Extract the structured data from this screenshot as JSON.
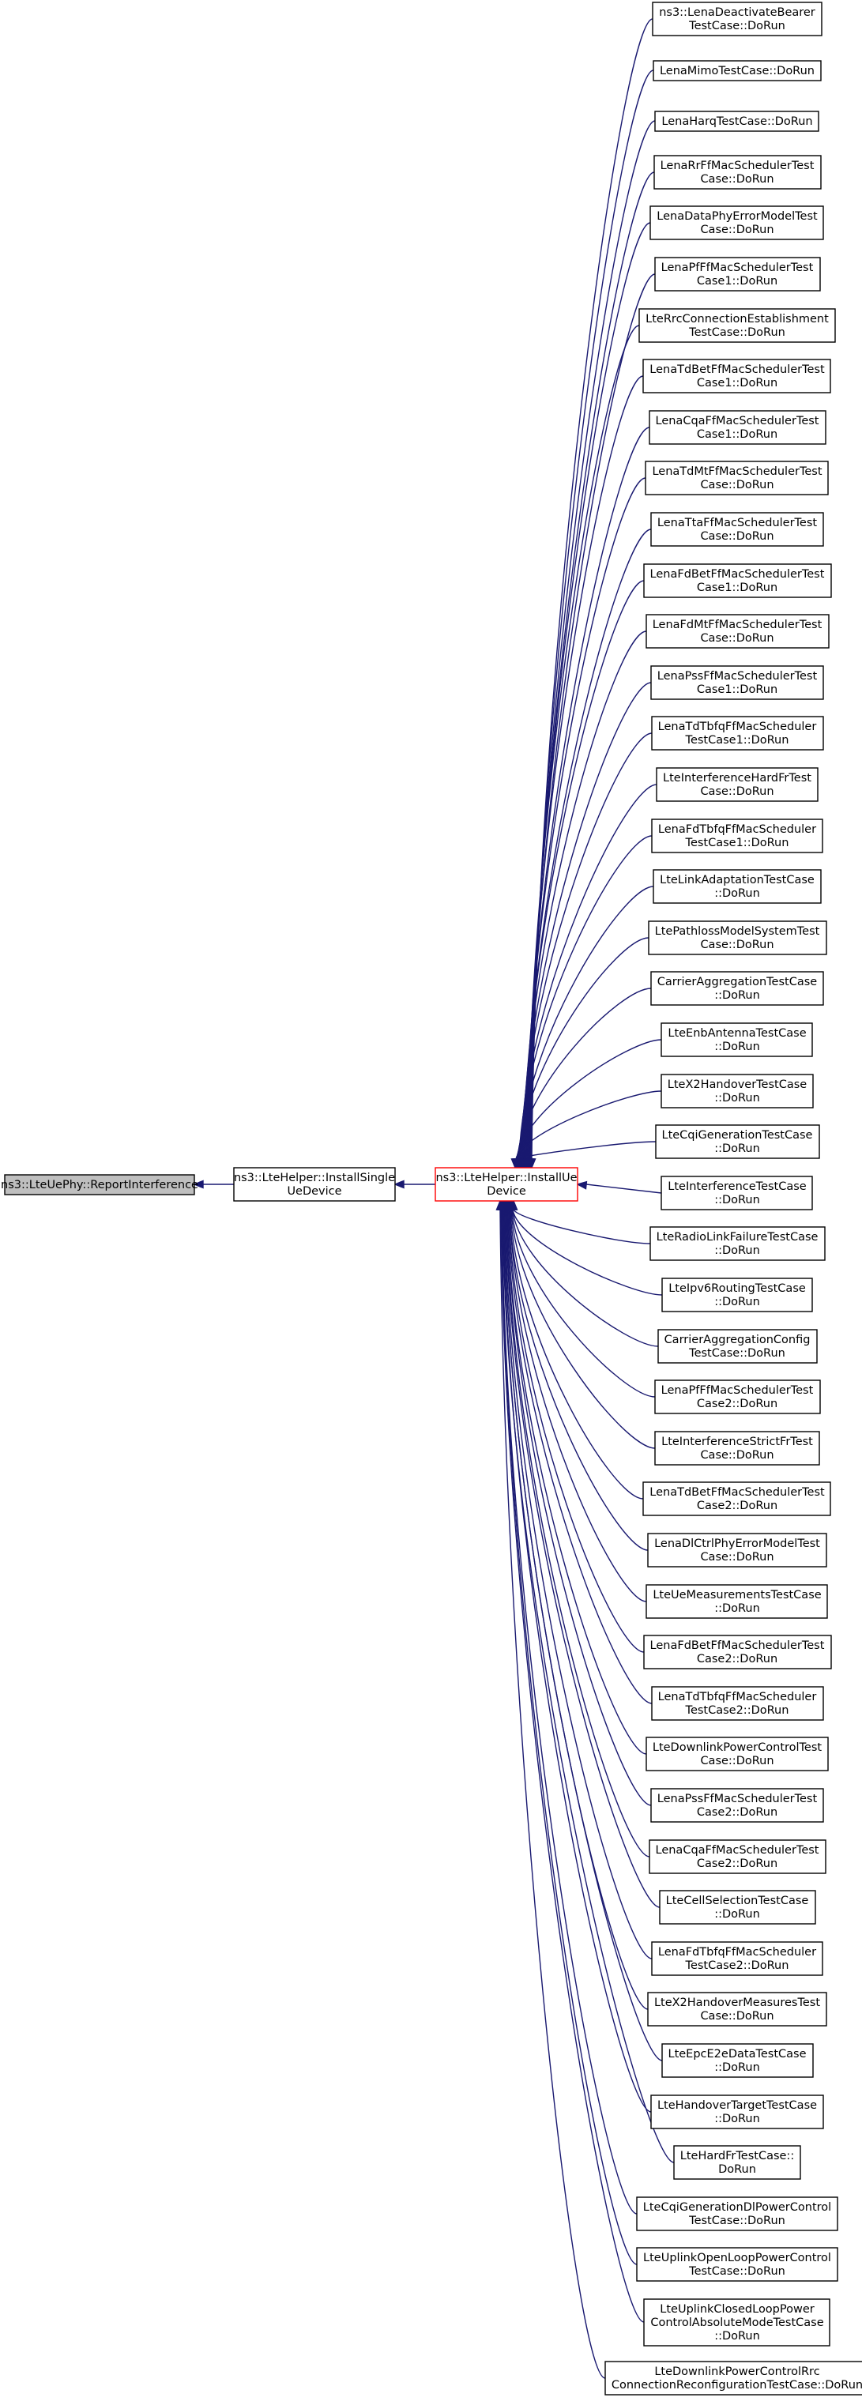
{
  "colors": {
    "edge": "#191970",
    "focus_border": "#ff0000",
    "root_fill": "#bfbfbf",
    "background": "#ffffff"
  },
  "root": {
    "lines": [
      "ns3::LteUePhy::ReportInterference"
    ]
  },
  "installSingle": {
    "lines": [
      "ns3::LteHelper::InstallSingle",
      "UeDevice"
    ]
  },
  "installUe": {
    "lines": [
      "ns3::LteHelper::InstallUe",
      "Device"
    ]
  },
  "callers": [
    {
      "lines": [
        "ns3::LenaDeactivateBearer",
        "TestCase::DoRun"
      ]
    },
    {
      "lines": [
        "LenaMimoTestCase::DoRun"
      ]
    },
    {
      "lines": [
        "LenaHarqTestCase::DoRun"
      ]
    },
    {
      "lines": [
        "LenaRrFfMacSchedulerTest",
        "Case::DoRun"
      ]
    },
    {
      "lines": [
        "LenaDataPhyErrorModelTest",
        "Case::DoRun"
      ]
    },
    {
      "lines": [
        "LenaPfFfMacSchedulerTest",
        "Case1::DoRun"
      ]
    },
    {
      "lines": [
        "LteRrcConnectionEstablishment",
        "TestCase::DoRun"
      ]
    },
    {
      "lines": [
        "LenaTdBetFfMacSchedulerTest",
        "Case1::DoRun"
      ]
    },
    {
      "lines": [
        "LenaCqaFfMacSchedulerTest",
        "Case1::DoRun"
      ]
    },
    {
      "lines": [
        "LenaTdMtFfMacSchedulerTest",
        "Case::DoRun"
      ]
    },
    {
      "lines": [
        "LenaTtaFfMacSchedulerTest",
        "Case::DoRun"
      ]
    },
    {
      "lines": [
        "LenaFdBetFfMacSchedulerTest",
        "Case1::DoRun"
      ]
    },
    {
      "lines": [
        "LenaFdMtFfMacSchedulerTest",
        "Case::DoRun"
      ]
    },
    {
      "lines": [
        "LenaPssFfMacSchedulerTest",
        "Case1::DoRun"
      ]
    },
    {
      "lines": [
        "LenaTdTbfqFfMacScheduler",
        "TestCase1::DoRun"
      ]
    },
    {
      "lines": [
        "LteInterferenceHardFrTest",
        "Case::DoRun"
      ]
    },
    {
      "lines": [
        "LenaFdTbfqFfMacScheduler",
        "TestCase1::DoRun"
      ]
    },
    {
      "lines": [
        "LteLinkAdaptationTestCase",
        "::DoRun"
      ]
    },
    {
      "lines": [
        "LtePathlossModelSystemTest",
        "Case::DoRun"
      ]
    },
    {
      "lines": [
        "CarrierAggregationTestCase",
        "::DoRun"
      ]
    },
    {
      "lines": [
        "LteEnbAntennaTestCase",
        "::DoRun"
      ]
    },
    {
      "lines": [
        "LteX2HandoverTestCase",
        "::DoRun"
      ]
    },
    {
      "lines": [
        "LteCqiGenerationTestCase",
        "::DoRun"
      ]
    },
    {
      "lines": [
        "LteInterferenceTestCase",
        "::DoRun"
      ]
    },
    {
      "lines": [
        "LteRadioLinkFailureTestCase",
        "::DoRun"
      ]
    },
    {
      "lines": [
        "LteIpv6RoutingTestCase",
        "::DoRun"
      ]
    },
    {
      "lines": [
        "CarrierAggregationConfig",
        "TestCase::DoRun"
      ]
    },
    {
      "lines": [
        "LenaPfFfMacSchedulerTest",
        "Case2::DoRun"
      ]
    },
    {
      "lines": [
        "LteInterferenceStrictFrTest",
        "Case::DoRun"
      ]
    },
    {
      "lines": [
        "LenaTdBetFfMacSchedulerTest",
        "Case2::DoRun"
      ]
    },
    {
      "lines": [
        "LenaDlCtrlPhyErrorModelTest",
        "Case::DoRun"
      ]
    },
    {
      "lines": [
        "LteUeMeasurementsTestCase",
        "::DoRun"
      ]
    },
    {
      "lines": [
        "LenaFdBetFfMacSchedulerTest",
        "Case2::DoRun"
      ]
    },
    {
      "lines": [
        "LenaTdTbfqFfMacScheduler",
        "TestCase2::DoRun"
      ]
    },
    {
      "lines": [
        "LteDownlinkPowerControlTest",
        "Case::DoRun"
      ]
    },
    {
      "lines": [
        "LenaPssFfMacSchedulerTest",
        "Case2::DoRun"
      ]
    },
    {
      "lines": [
        "LenaCqaFfMacSchedulerTest",
        "Case2::DoRun"
      ]
    },
    {
      "lines": [
        "LteCellSelectionTestCase",
        "::DoRun"
      ]
    },
    {
      "lines": [
        "LenaFdTbfqFfMacScheduler",
        "TestCase2::DoRun"
      ]
    },
    {
      "lines": [
        "LteX2HandoverMeasuresTest",
        "Case::DoRun"
      ]
    },
    {
      "lines": [
        "LteEpcE2eDataTestCase",
        "::DoRun"
      ]
    },
    {
      "lines": [
        "LteHandoverTargetTestCase",
        "::DoRun"
      ]
    },
    {
      "lines": [
        "LteHardFrTestCase::",
        "DoRun"
      ]
    },
    {
      "lines": [
        "LteCqiGenerationDlPowerControl",
        "TestCase::DoRun"
      ]
    },
    {
      "lines": [
        "LteUplinkOpenLoopPowerControl",
        "TestCase::DoRun"
      ]
    },
    {
      "lines": [
        "LteUplinkClosedLoopPower",
        "ControlAbsoluteModeTestCase",
        "::DoRun"
      ]
    },
    {
      "lines": [
        "LteDownlinkPowerControlRrc",
        "ConnectionReconfigurationTestCase::DoRun"
      ]
    }
  ]
}
